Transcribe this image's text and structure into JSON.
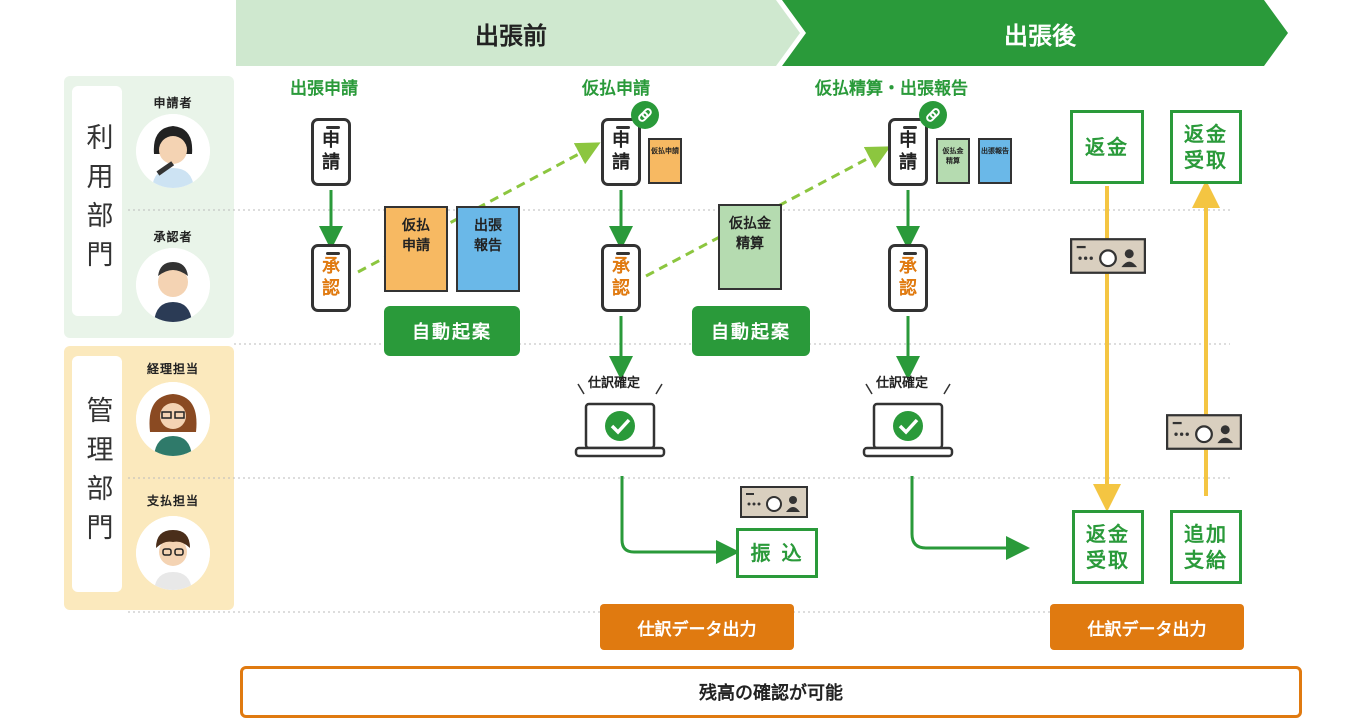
{
  "header": {
    "before": "出張前",
    "after": "出張後"
  },
  "departments": {
    "user": "利用部門",
    "admin": "管理部門"
  },
  "roles": {
    "applicant": "申請者",
    "approver": "承認者",
    "accounting": "経理担当",
    "payment": "支払担当"
  },
  "stages": {
    "trip_request": "出張申請",
    "advance_request": "仮払申請",
    "settlement": "仮払精算・出張報告"
  },
  "phone": {
    "apply_1": "申",
    "apply_2": "請",
    "approve_1": "承",
    "approve_2": "認"
  },
  "docs": {
    "advance_request": [
      "仮払",
      "申請"
    ],
    "trip_report": [
      "出張",
      "報告"
    ],
    "advance_settlement": [
      "仮払金",
      "精算"
    ],
    "small_advance_request": "仮払申請",
    "small_settle": [
      "仮払金",
      "精算"
    ],
    "small_report": "出張報告"
  },
  "auto_draft": "自動起案",
  "journal_confirm": "仕訳確定",
  "transfer": "振 込",
  "refund": "返金",
  "refund_receive": [
    "返金",
    "受取"
  ],
  "extra_payment": [
    "追加",
    "支給"
  ],
  "journal_output": "仕訳データ出力",
  "balance_check": "残高の確認が可能",
  "colors": {
    "green": "#2a9a3a",
    "light_green": "#cfe8cf",
    "orange": "#e07a10",
    "yellow": "#f4c542",
    "band_user": "#e9f4e9",
    "band_admin": "#fbe9bd"
  }
}
